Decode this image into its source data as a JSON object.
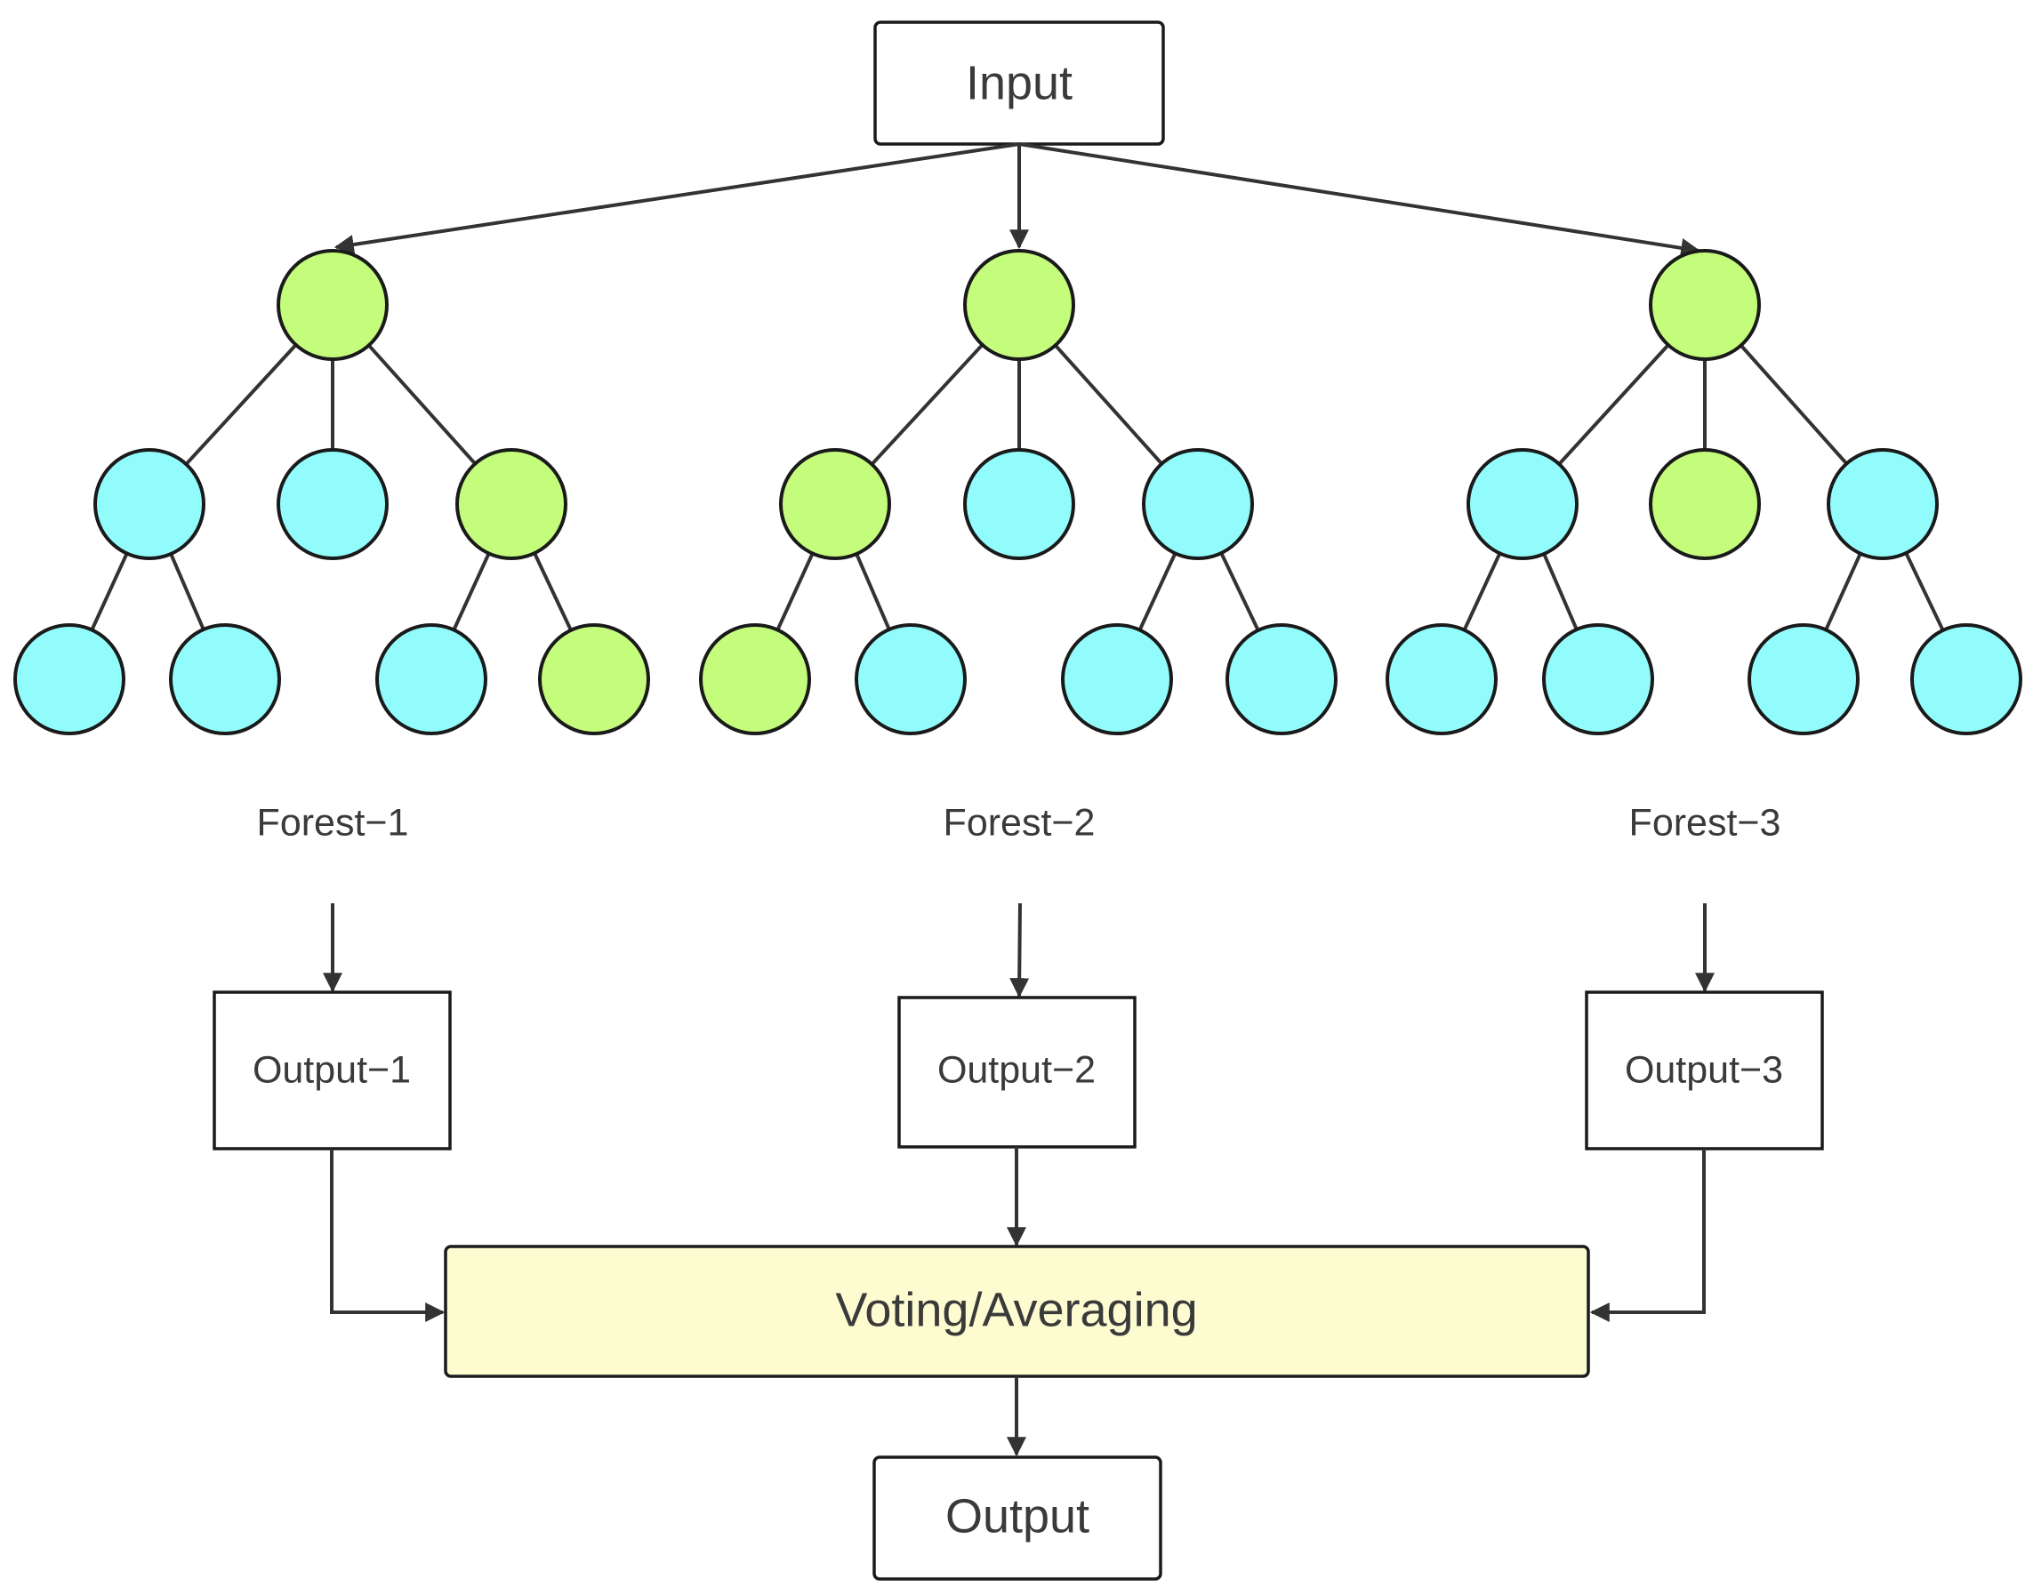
{
  "input_label": "Input",
  "forests": [
    {
      "label": "Forest−1",
      "output_label": "Output−1",
      "node_colors": [
        "green",
        "cyan",
        "cyan",
        "green",
        "cyan",
        "cyan",
        "cyan",
        "green"
      ]
    },
    {
      "label": "Forest−2",
      "output_label": "Output−2",
      "node_colors": [
        "green",
        "green",
        "cyan",
        "cyan",
        "green",
        "cyan",
        "cyan",
        "cyan"
      ]
    },
    {
      "label": "Forest−3",
      "output_label": "Output−3",
      "node_colors": [
        "green",
        "cyan",
        "green",
        "cyan",
        "cyan",
        "cyan",
        "cyan",
        "cyan"
      ]
    }
  ],
  "aggregator_label": "Voting/Averaging",
  "output_label": "Output",
  "colors": {
    "node_green": "#c4fc7c",
    "node_cyan": "#92fcfc",
    "aggregator_fill": "#fcfcd0",
    "stroke": "#1a1a1a",
    "line": "#333333",
    "text": "#3a3a3a"
  }
}
